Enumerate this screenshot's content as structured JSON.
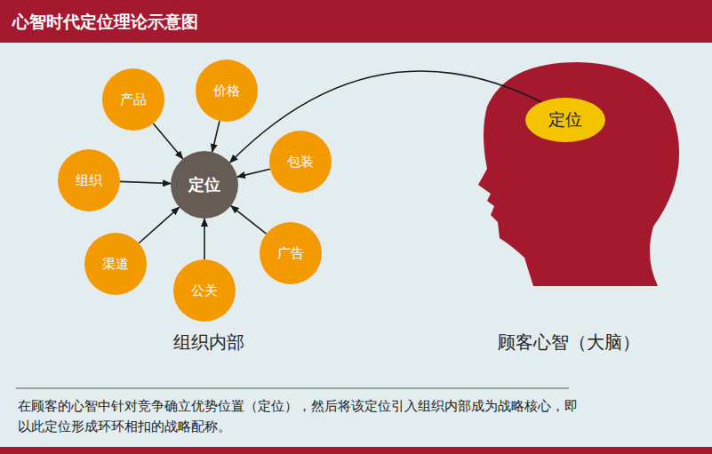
{
  "diagram": {
    "title": "心智时代定位理论示意图",
    "caption": "在顾客的心智中针对竞争确立优势位置（定位），然后将该定位引入组织内部成为战略核心，即以此定位形成环环相扣的战略配称。",
    "nodes": [
      {
        "text": [
          "产品"
        ]
      },
      {
        "text": [
          "价格"
        ]
      },
      {
        "text": [
          "包装"
        ]
      },
      {
        "text": [
          "组织"
        ]
      },
      {
        "text": [
          "定位"
        ]
      },
      {
        "text": [
          "广告"
        ]
      },
      {
        "text": [
          "渠道"
        ]
      },
      {
        "text": [
          "公关"
        ]
      },
      {
        "text": [
          "定位"
        ]
      }
    ],
    "edges": [
      {
        "from": 0,
        "to": 4,
        "arrow": "to"
      },
      {
        "from": 1,
        "to": 4,
        "arrow": "to"
      },
      {
        "from": 2,
        "to": 4,
        "arrow": "to"
      },
      {
        "from": 3,
        "to": 4,
        "arrow": "to"
      },
      {
        "from": 5,
        "to": 4,
        "arrow": "to"
      },
      {
        "from": 6,
        "to": 4,
        "arrow": "to"
      },
      {
        "from": 7,
        "to": 4,
        "arrow": "to"
      },
      {
        "from": 8,
        "to": 4,
        "arrow": "to"
      }
    ],
    "labels": [
      "组织内部",
      "顾客心智（大脑）"
    ]
  }
}
